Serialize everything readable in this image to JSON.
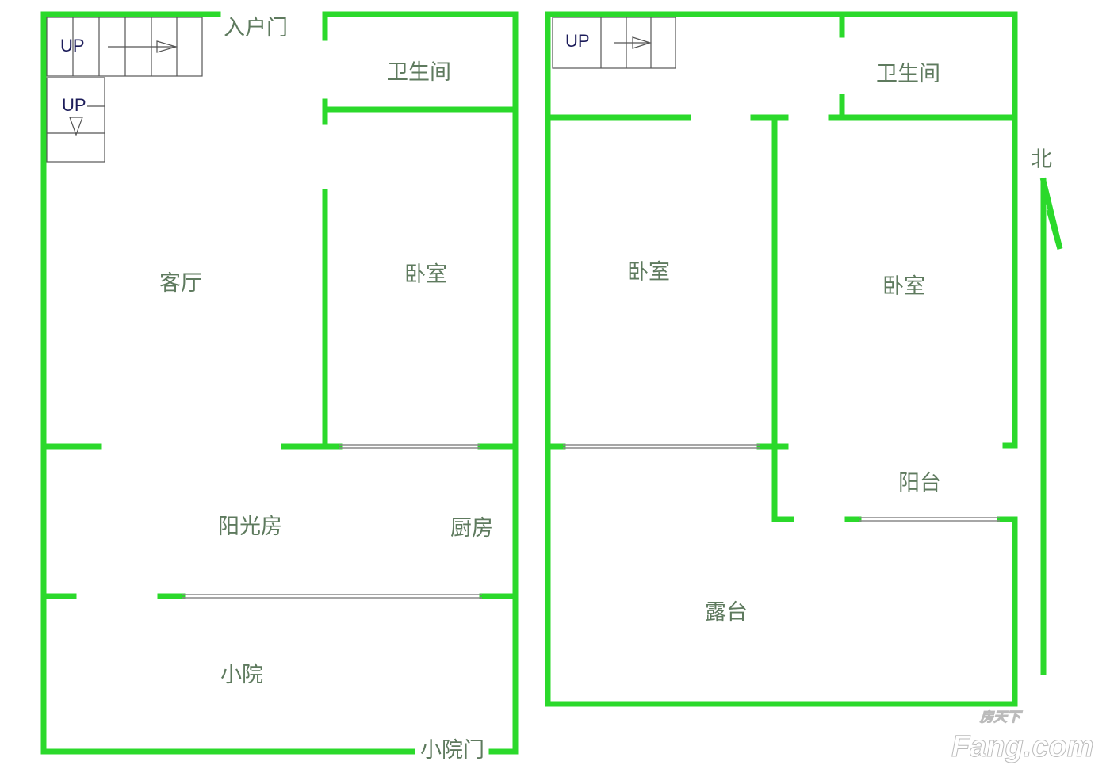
{
  "plan_left": {
    "stairs_labels": [
      "UP",
      "UP"
    ],
    "rooms": {
      "entry_door": "入户门",
      "bathroom": "卫生间",
      "living_room": "客厅",
      "bedroom": "卧室",
      "sunroom": "阳光房",
      "kitchen": "厨房",
      "courtyard": "小院",
      "courtyard_door": "小院门"
    }
  },
  "plan_right": {
    "stairs_label": "UP",
    "rooms": {
      "bathroom": "卫生间",
      "bedroom_1": "卧室",
      "bedroom_2": "卧室",
      "balcony": "阳台",
      "terrace": "露台"
    }
  },
  "compass": {
    "north": "北"
  },
  "watermark": {
    "cn": "房天下",
    "en": "Fang.com"
  },
  "colors": {
    "wall": "#2bd92b",
    "label": "#5e7a5e"
  }
}
